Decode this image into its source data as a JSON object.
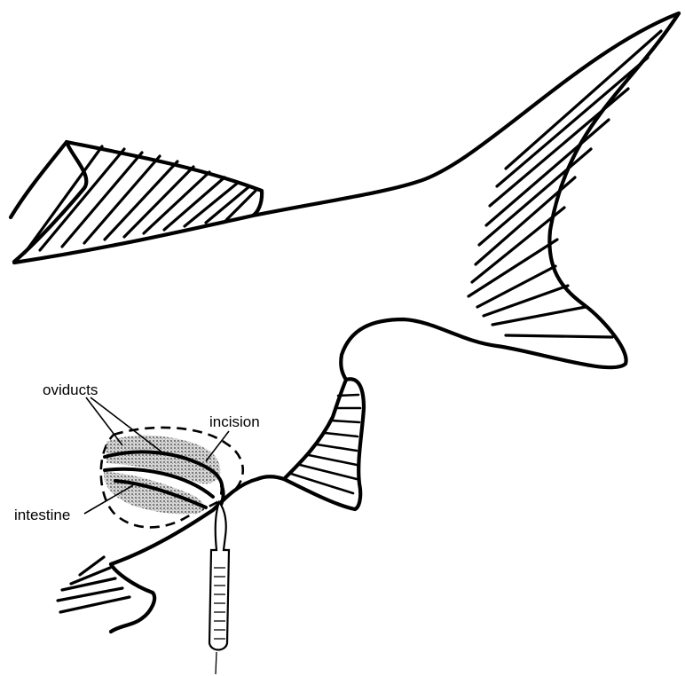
{
  "labels": {
    "oviducts": "oviducts",
    "incision": "incision",
    "intestine": "intestine"
  },
  "colors": {
    "ink": "#000000",
    "background": "#ffffff",
    "stipple": "#9a9a9a"
  }
}
